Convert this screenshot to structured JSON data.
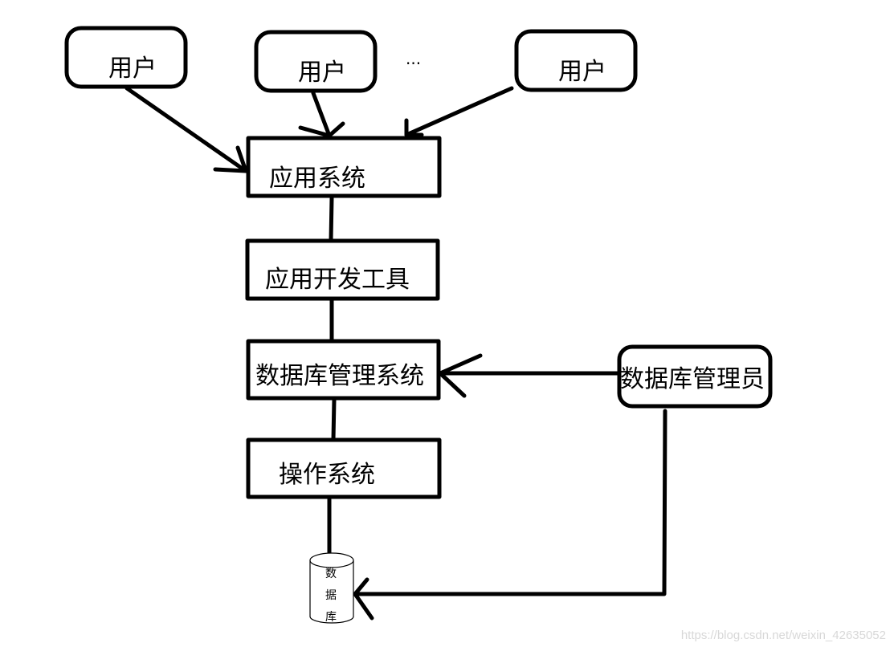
{
  "diagram": {
    "users": [
      {
        "label": "用户"
      },
      {
        "label": "用户"
      },
      {
        "label": "用户"
      }
    ],
    "ellipsis": "···",
    "layers": [
      {
        "label": "应用系统"
      },
      {
        "label": "应用开发工具"
      },
      {
        "label": "数据库管理系统"
      },
      {
        "label": "操作系统"
      }
    ],
    "dba": {
      "label": "数据库管理员"
    },
    "database": {
      "chars": [
        "数",
        "据",
        "库"
      ]
    },
    "stroke_color": "#000000",
    "background": "#ffffff"
  },
  "watermark": "https://blog.csdn.net/weixin_42635052"
}
